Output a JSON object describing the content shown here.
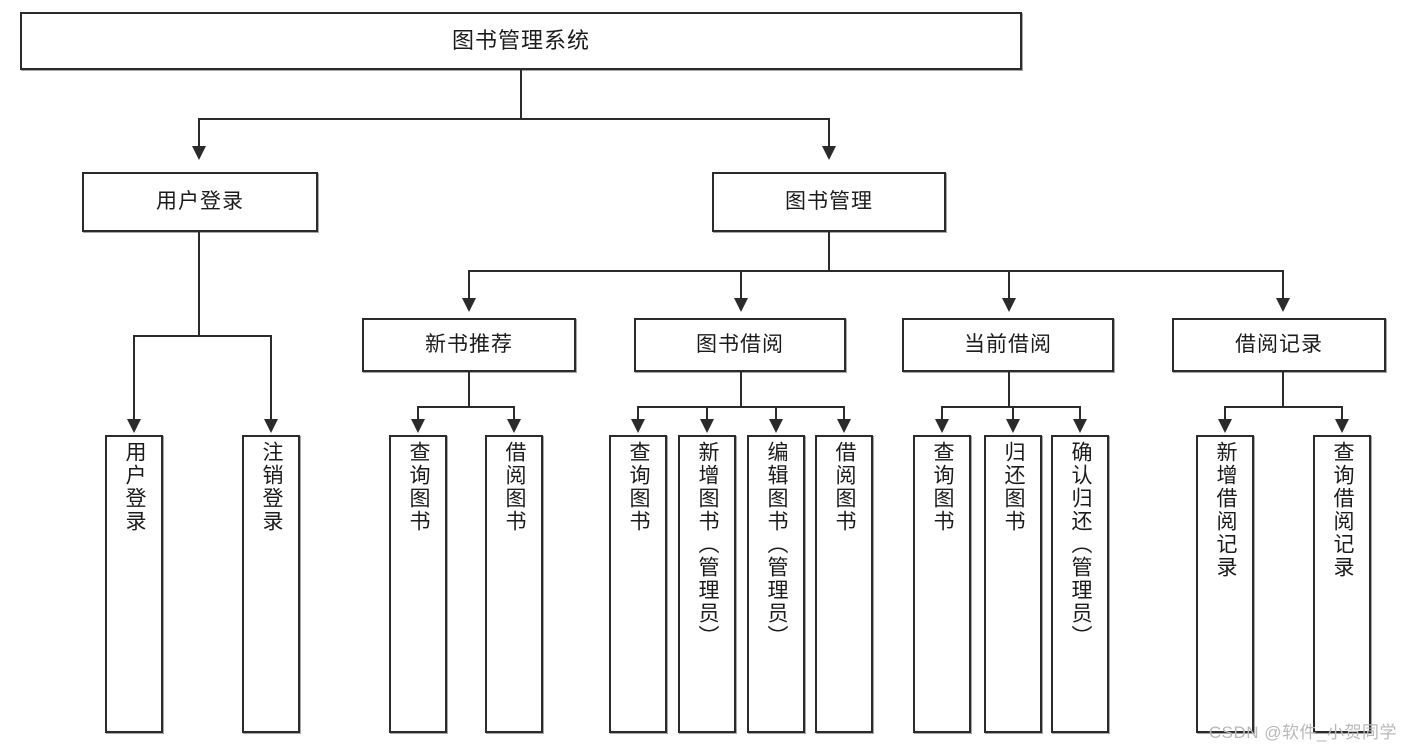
{
  "diagram": {
    "type": "tree-hierarchy",
    "title": "图书管理系统",
    "watermark": "CSDN @软件_小贺同学",
    "colors": {
      "box_border": "#2b2b2b",
      "box_fill": "#ffffff",
      "connector": "#2b2b2b",
      "background": "#ffffff",
      "watermark": "#b8b8b8"
    },
    "root": {
      "label": "图书管理系统"
    },
    "level2": [
      {
        "id": "user-login",
        "label": "用户登录"
      },
      {
        "id": "book-manage",
        "label": "图书管理"
      }
    ],
    "level3": [
      {
        "id": "new-book-recommend",
        "label": "新书推荐",
        "parent": "book-manage"
      },
      {
        "id": "book-borrow",
        "label": "图书借阅",
        "parent": "book-manage"
      },
      {
        "id": "current-borrow",
        "label": "当前借阅",
        "parent": "book-manage"
      },
      {
        "id": "borrow-record",
        "label": "借阅记录",
        "parent": "book-manage"
      }
    ],
    "leaves": [
      {
        "id": "leaf-user-login",
        "label": "用户登录",
        "parent": "user-login"
      },
      {
        "id": "leaf-logout-login",
        "label": "注销登录",
        "parent": "user-login"
      },
      {
        "id": "leaf-query-book-1",
        "label": "查询图书",
        "parent": "new-book-recommend"
      },
      {
        "id": "leaf-borrow-book-1",
        "label": "借阅图书",
        "parent": "new-book-recommend"
      },
      {
        "id": "leaf-query-book-2",
        "label": "查询图书",
        "parent": "book-borrow"
      },
      {
        "id": "leaf-add-book",
        "label": "新增图书（管理员）",
        "parent": "book-borrow"
      },
      {
        "id": "leaf-edit-book",
        "label": "编辑图书（管理员）",
        "parent": "book-borrow"
      },
      {
        "id": "leaf-borrow-book-2",
        "label": "借阅图书",
        "parent": "book-borrow"
      },
      {
        "id": "leaf-query-book-3",
        "label": "查询图书",
        "parent": "current-borrow"
      },
      {
        "id": "leaf-return-book",
        "label": "归还图书",
        "parent": "current-borrow"
      },
      {
        "id": "leaf-confirm-return",
        "label": "确认归还（管理员）",
        "parent": "current-borrow"
      },
      {
        "id": "leaf-add-record",
        "label": "新增借阅记录",
        "parent": "borrow-record"
      },
      {
        "id": "leaf-query-record",
        "label": "查询借阅记录",
        "parent": "borrow-record"
      }
    ]
  }
}
